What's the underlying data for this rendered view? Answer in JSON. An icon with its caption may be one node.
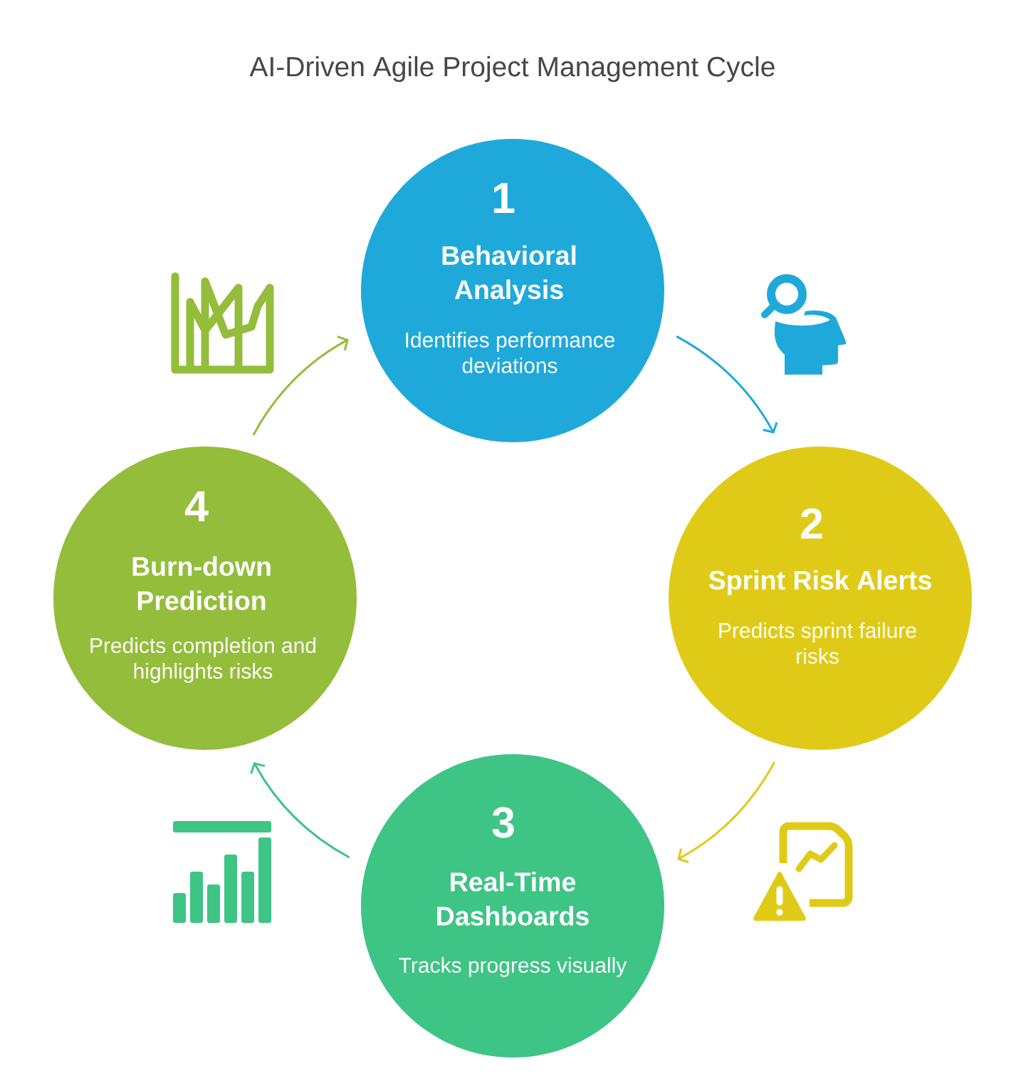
{
  "diagram": {
    "title": "AI-Driven Agile Project Management Cycle",
    "nodes": [
      {
        "text": [
          "1",
          "Behavioral Analysis",
          "Identifies performance deviations"
        ]
      },
      {
        "text": [
          "2",
          "Sprint Risk Alerts",
          "Predicts sprint failure risks"
        ]
      },
      {
        "text": [
          "3",
          "Real-Time Dashboards",
          "Tracks progress visually"
        ]
      },
      {
        "text": [
          "4",
          "Burn-down Prediction",
          "Predicts completion and highlights risks"
        ]
      }
    ],
    "edges": [
      {
        "from": 0,
        "to": 1,
        "arrow": "to",
        "color": "#1fa9db"
      },
      {
        "from": 1,
        "to": 2,
        "arrow": "to",
        "color": "#dfcb17"
      },
      {
        "from": 2,
        "to": 3,
        "arrow": "to",
        "color": "#3ec485"
      },
      {
        "from": 3,
        "to": 0,
        "arrow": "to",
        "color": "#93bd3b"
      }
    ]
  }
}
